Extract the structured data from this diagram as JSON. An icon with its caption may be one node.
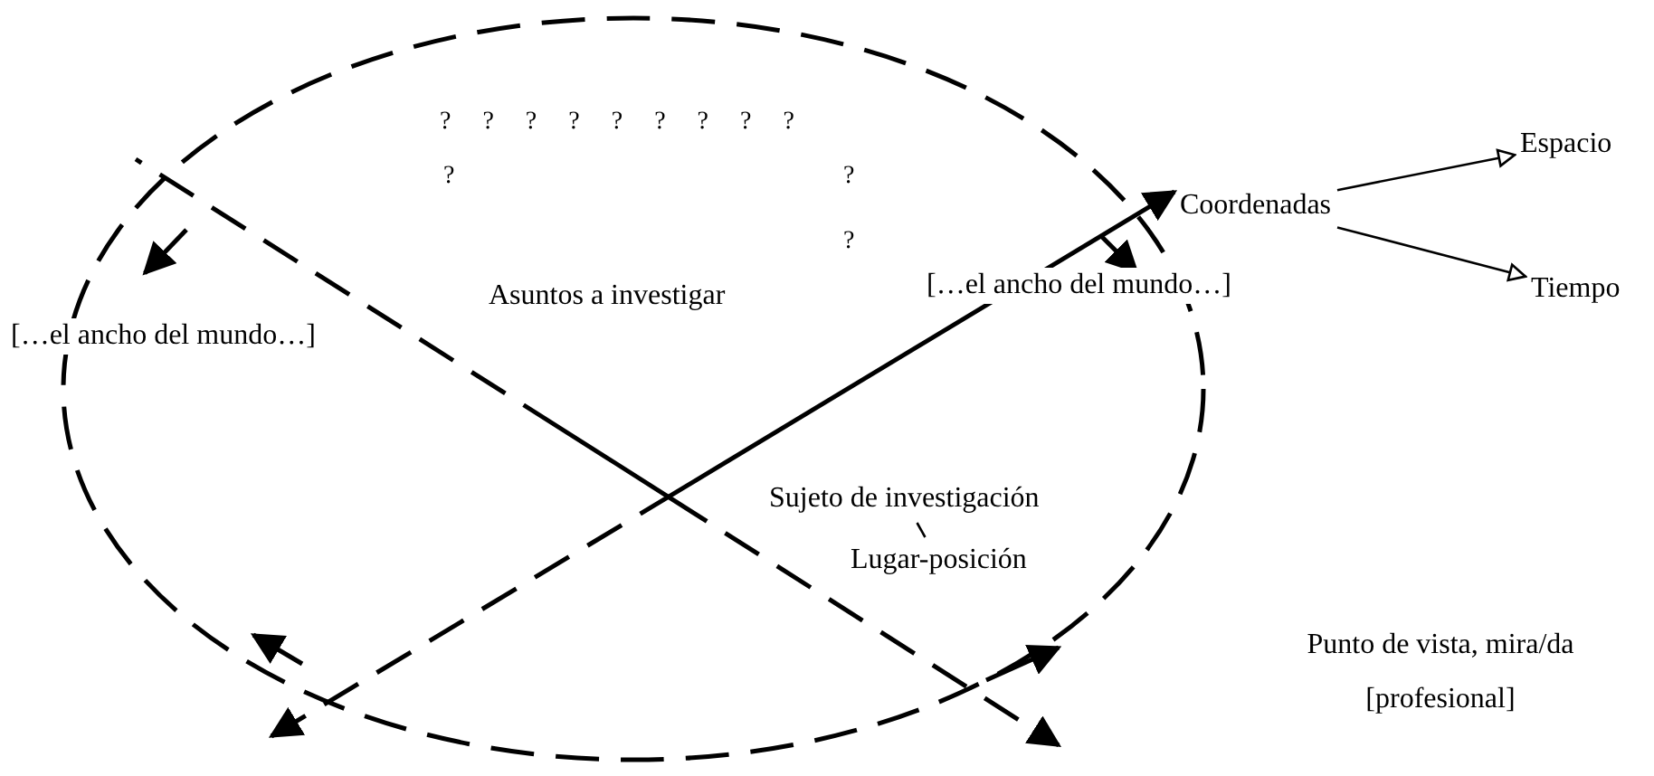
{
  "diagram": {
    "nodes": [
      {
        "text": [
          "Coordenadas"
        ]
      },
      {
        "text": [
          "Espacio"
        ]
      },
      {
        "text": [
          "Tiempo"
        ]
      },
      {
        "text": [
          "Sujeto de investigación"
        ]
      },
      {
        "text": [
          "Lugar-posición"
        ]
      }
    ],
    "edges": [
      {
        "from": 0,
        "to": 1,
        "arrow": "to"
      },
      {
        "from": 0,
        "to": 2,
        "arrow": "to"
      },
      {
        "from": 3,
        "to": 4,
        "arrow": "none"
      },
      {
        "from": null,
        "to": 0,
        "arrow": "both",
        "style": "dashed"
      }
    ],
    "labels": [
      "? ? ? ? ? ? ? ? ?",
      "?",
      "?",
      "Asuntos a investigar",
      "?",
      "[…el ancho del mundo…]",
      "[…el ancho del mundo…]",
      "Punto de vista, mira/da [profesional]"
    ]
  }
}
